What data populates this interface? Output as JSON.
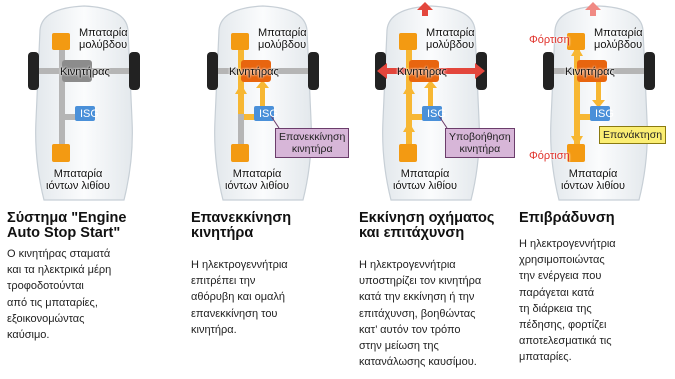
{
  "labels": {
    "lead_battery": [
      "Μπαταρία",
      "μολύβδου"
    ],
    "engine": "Κινητήρας",
    "isg": "ISG",
    "lithium_battery": [
      "Μπαταρία",
      "ιόντων λιθίου"
    ],
    "charge": "Φόρτιση"
  },
  "panels": [
    {
      "title": [
        "Σύστημα \"Engine",
        "Auto Stop Start\""
      ],
      "description": [
        "Ο κινητήρας σταματά",
        "και τα ηλεκτρικά μέρη",
        "τροφοδοτούνται",
        "από τις μπαταρίες,",
        "εξοικονομώντας",
        "καύσιμο."
      ]
    },
    {
      "callout": [
        "Επανεκκίνηση",
        "κινητήρα"
      ],
      "title": [
        "Επανεκκίνηση",
        "κινητήρα"
      ],
      "description": [
        "Η ηλεκτρογεννήτρια",
        "επιτρέπει την",
        "αθόρυβη και ομαλή",
        "επανεκκίνηση του",
        "κινητήρα."
      ]
    },
    {
      "callout": [
        "Υποβοήθηση",
        "κινητήρα"
      ],
      "title": [
        "Εκκίνηση οχήματος",
        "και επιτάχυνση"
      ],
      "description": [
        "Η ηλεκτρογεννήτρια",
        "υποστηρίζει τον κινητήρα",
        "κατά την εκκίνηση ή την",
        "επιτάχυνση, βοηθώντας",
        "κατ’ αυτόν τον τρόπο",
        "στην μείωση της",
        "κατανάλωσης καυσίμου."
      ]
    },
    {
      "callout": [
        "Επανάκτηση"
      ],
      "title": [
        "Επιβράδυνση"
      ],
      "description": [
        "Η ηλεκτρογεννήτρια",
        "χρησιμοποιώντας",
        "την ενέργεια που",
        "παράγεται κατά",
        "τη διάρκεια της",
        "πέδησης, φορτίζει",
        "αποτελεσματικά τις",
        "μπαταρίες."
      ]
    }
  ],
  "colors": {
    "battery": "#f39a12",
    "engine_off": "#8c8c8c",
    "engine_on": "#e8650f",
    "isg": "#4a90d9",
    "flow": "#f7b733",
    "red_arrow": "#e3463c"
  }
}
